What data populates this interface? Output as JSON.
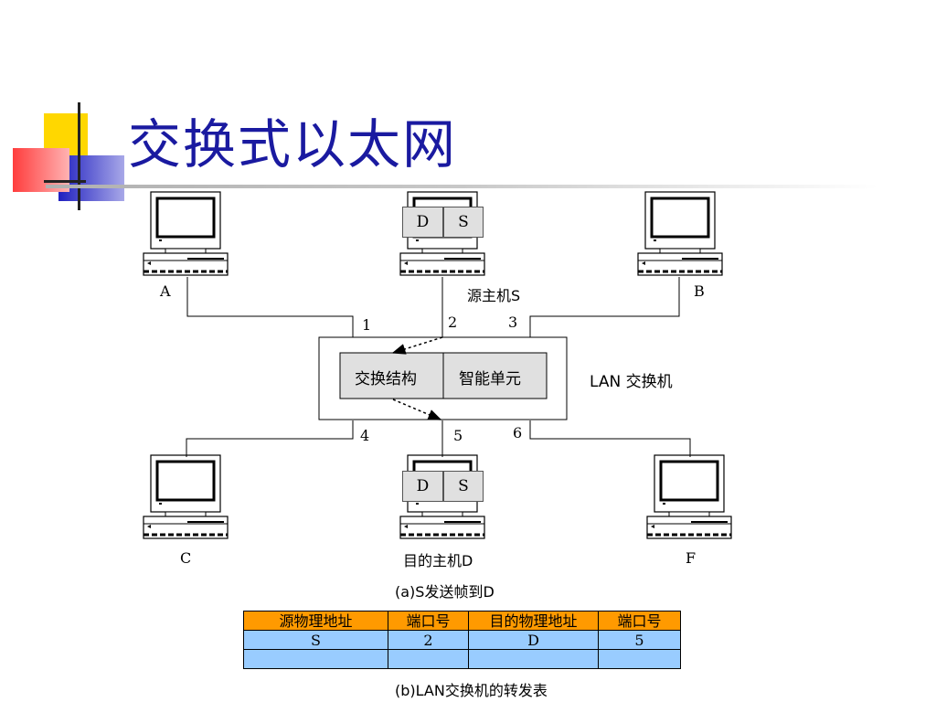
{
  "slide": {
    "title": "交换式以太网"
  },
  "hosts": {
    "a": "A",
    "s": "源主机S",
    "b": "B",
    "c": "C",
    "d": "目的主机D",
    "f": "F"
  },
  "frame": {
    "dest": "D",
    "src": "S"
  },
  "ports": [
    "1",
    "2",
    "3",
    "4",
    "5",
    "6"
  ],
  "switch": {
    "fabric": "交换结构",
    "control": "智能单元",
    "label": "LAN 交换机"
  },
  "captions": {
    "a": "(a)S发送帧到D",
    "b": "(b)LAN交换机的转发表"
  },
  "table": {
    "headers": [
      "源物理地址",
      "端口号",
      "目的物理地址",
      "端口号"
    ],
    "rows": [
      [
        "S",
        "2",
        "D",
        "5"
      ],
      [
        "",
        "",
        "",
        ""
      ]
    ]
  },
  "colors": {
    "title": "#1a1aa0",
    "table_header": "#ff9a00",
    "table_body": "#99ccff",
    "switch_fill": "#e0e0e0"
  }
}
